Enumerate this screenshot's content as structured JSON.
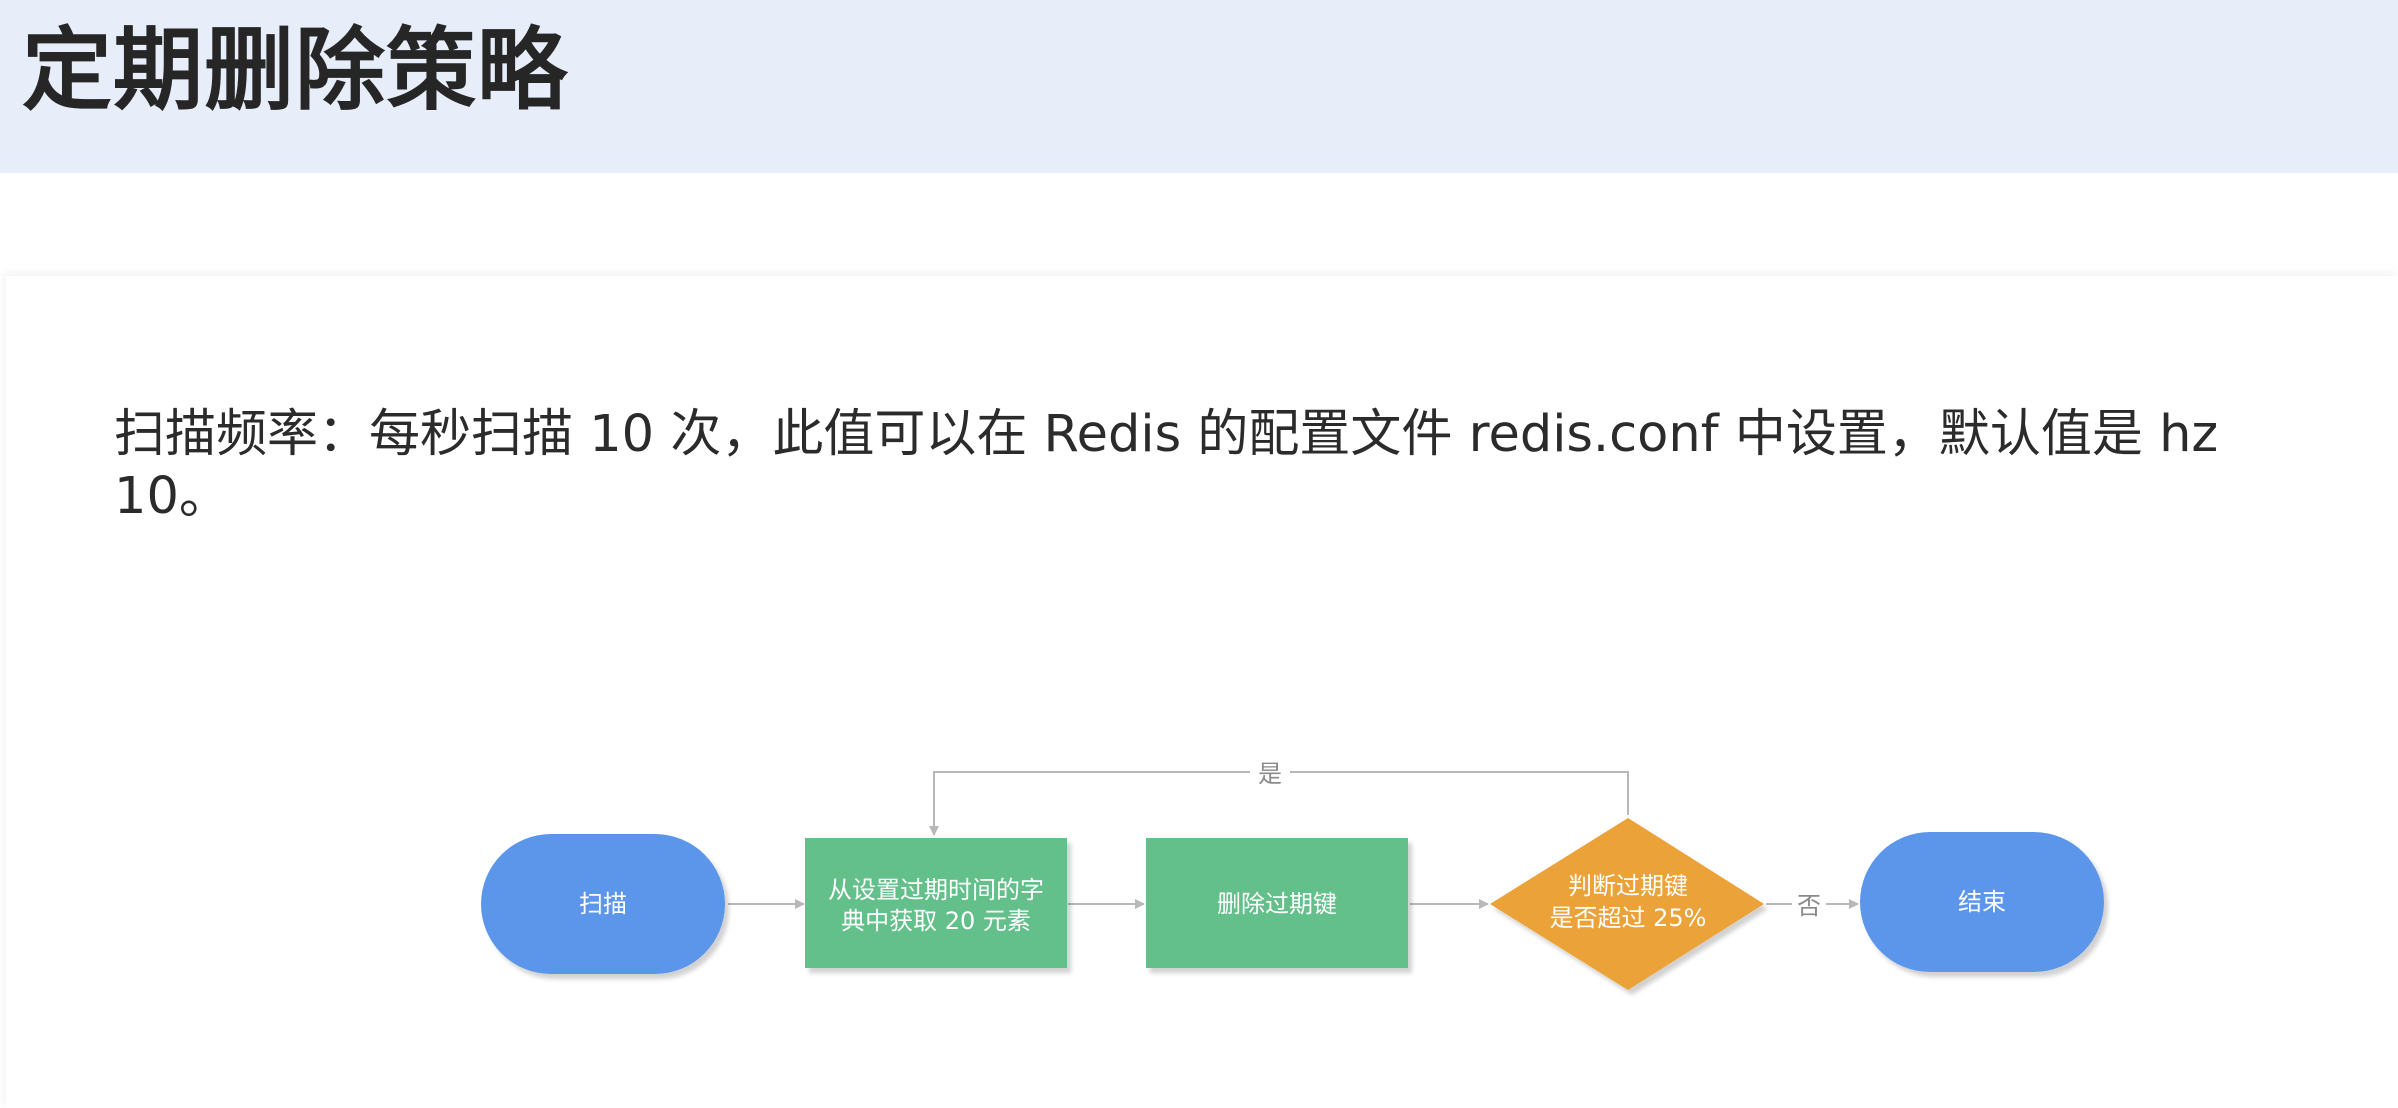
{
  "header": {
    "title": "定期删除策略"
  },
  "content": {
    "description": "扫描频率：每秒扫描 10 次，此值可以在 Redis 的配置文件 redis.conf 中设置，默认值是 hz 10。"
  },
  "flowchart": {
    "nodes": {
      "start": {
        "label": "扫描",
        "shape": "terminator"
      },
      "fetch": {
        "line1": "从设置过期时间的字",
        "line2": "典中获取 20 元素",
        "shape": "process"
      },
      "delete": {
        "label": "删除过期键",
        "shape": "process"
      },
      "decision": {
        "line1": "判断过期键",
        "line2": "是否超过 25%",
        "shape": "decision"
      },
      "end": {
        "label": "结束",
        "shape": "terminator"
      }
    },
    "edges": {
      "yes_label": "是",
      "no_label": "否"
    },
    "colors": {
      "terminator": "#5b96eb",
      "process": "#63c08b",
      "decision": "#eba237",
      "connector": "#b8b8b8"
    }
  }
}
